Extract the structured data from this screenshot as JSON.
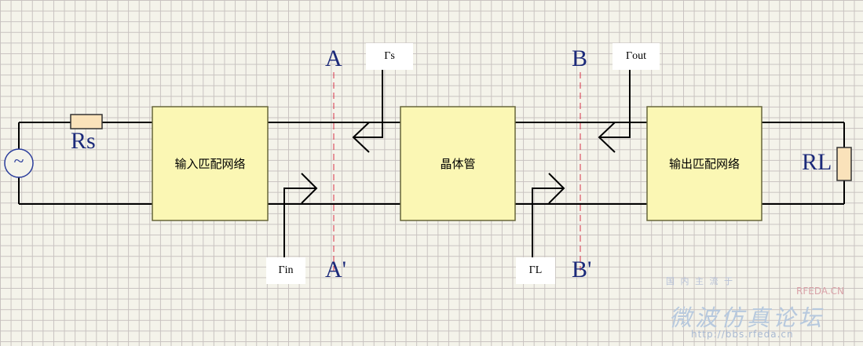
{
  "blocks": {
    "input_network": "输入匹配网络",
    "transistor": "晶体管",
    "output_network": "输出匹配网络"
  },
  "source": {
    "symbol": "~",
    "resistor_label": "Rs"
  },
  "load": {
    "resistor_label": "RL"
  },
  "reference_planes": {
    "A_top": "A",
    "A_bottom": "A'",
    "B_top": "B",
    "B_bottom": "B'"
  },
  "reflection_coefficients": {
    "gamma_s": "Γs",
    "gamma_in": "Γin",
    "gamma_L": "ΓL",
    "gamma_out": "Γout"
  },
  "watermark": {
    "brand": "RFEDA.CN",
    "chinese": "微波仿真论坛",
    "url": "http://bbs.rfeda.cn",
    "small": "国 内 主 流 于"
  },
  "colors": {
    "box_fill": "#fbf7b4",
    "box_stroke": "#66663a",
    "wire": "#000000",
    "ref_line": "#d83048",
    "label_blue": "#1c2a7a",
    "resistor_fill": "#fae2ba"
  }
}
